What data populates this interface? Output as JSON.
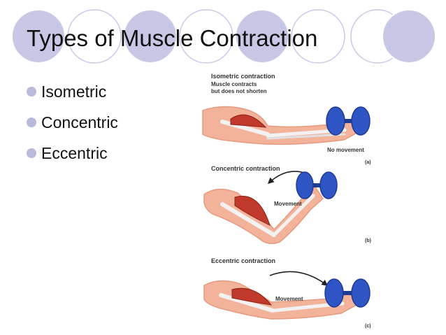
{
  "slide": {
    "title": "Types of Muscle Contraction",
    "bullets": [
      {
        "label": "Isometric"
      },
      {
        "label": "Concentric"
      },
      {
        "label": "Eccentric"
      }
    ]
  },
  "figure": {
    "panels": [
      {
        "heading": "Isometric contraction",
        "note_line1": "Muscle contracts",
        "note_line2": "but does not shorten",
        "movement_label": "No movement",
        "tag": "(a)"
      },
      {
        "heading": "Concentric contraction",
        "movement_label": "Movement",
        "tag": "(b)"
      },
      {
        "heading": "Eccentric contraction",
        "movement_label": "Movement",
        "tag": "(c)"
      }
    ]
  },
  "colors": {
    "accent_circle": "#c8c8e6",
    "bullet": "#b9b9dc",
    "skin": "#f3b39a",
    "skin_dark": "#e69a80",
    "muscle": "#c0392b",
    "bone": "#f2f2f2",
    "dumbbell": "#2f55c4",
    "dumbbell_dark": "#1f3b94"
  }
}
